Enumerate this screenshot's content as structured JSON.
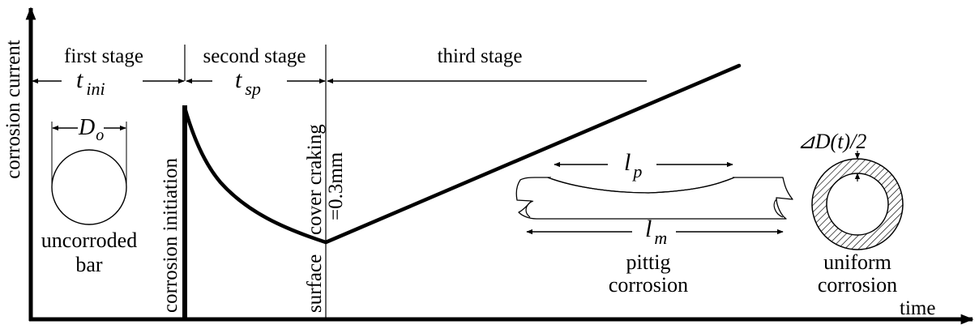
{
  "axes": {
    "y_label": "corrosion current",
    "x_label": "time"
  },
  "stages": {
    "first": "first stage",
    "second": "second stage",
    "third": "third stage"
  },
  "intervals": {
    "t_ini": {
      "base": "t",
      "sub": "ini"
    },
    "t_sp": {
      "base": "t",
      "sub": "sp"
    }
  },
  "events": {
    "initiation": "corrosion initiation",
    "cracking_line1": "cover craking",
    "cracking_line2": "=0.3mm",
    "cracking_line3": "surface"
  },
  "uncorroded": {
    "dim": {
      "base": "D",
      "sub": "o"
    },
    "label_line1": "uncorroded",
    "label_line2": "bar"
  },
  "pitting": {
    "lp": {
      "base": "l",
      "sub": "p"
    },
    "lm": {
      "base": "l",
      "sub": "m"
    },
    "label_line1": "pittig",
    "label_line2": "corrosion"
  },
  "uniform": {
    "dim": "⊿D(t)/2",
    "label_line1": "uniform",
    "label_line2": "corrosion"
  },
  "colors": {
    "line": "#000000",
    "background": "#ffffff"
  }
}
